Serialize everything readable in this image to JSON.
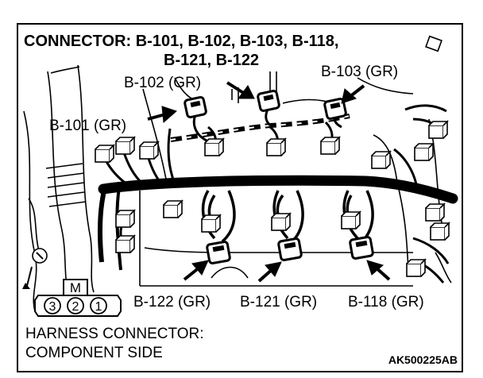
{
  "title": {
    "line1": "CONNECTOR: B-101, B-102, B-103, B-118,",
    "line2": "B-121, B-122"
  },
  "labels": {
    "b102": "B-102 (GR)",
    "b103": "B-103 (GR)",
    "b101": "B-101 (GR)",
    "b122": "B-122 (GR)",
    "b121": "B-121 (GR)",
    "b118": "B-118 (GR)"
  },
  "connector_pins": {
    "tab": "M",
    "pin1": "1",
    "pin2": "2",
    "pin3": "3"
  },
  "footer": {
    "line1": "HARNESS CONNECTOR:",
    "line2": "COMPONENT SIDE",
    "figure_id": "AK500225AB"
  }
}
